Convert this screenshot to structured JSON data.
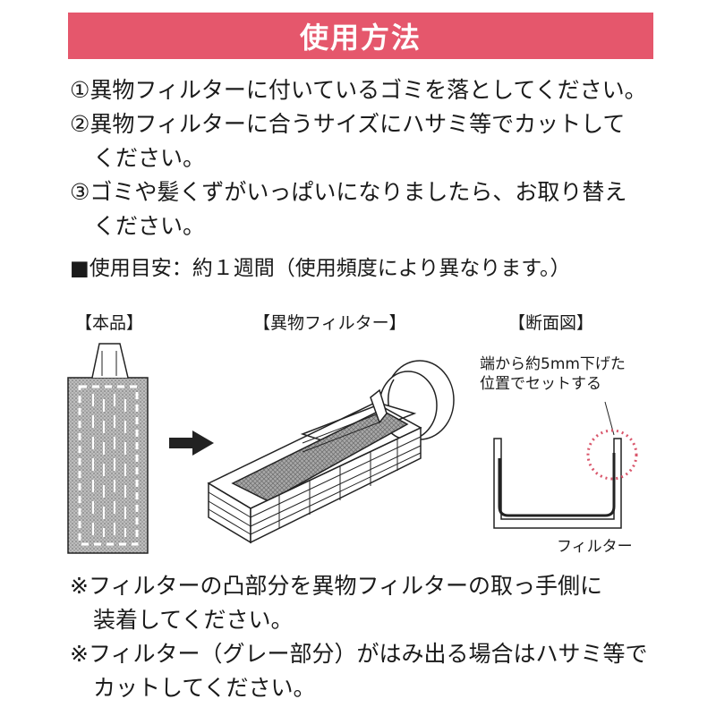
{
  "header": {
    "title": "使用方法"
  },
  "steps": [
    {
      "text": "①異物フィルターに付いているゴミを落としてください。"
    },
    {
      "text": "②異物フィルターに合うサイズにハサミ等でカットして",
      "cont": "ください。"
    },
    {
      "text": "③ゴミや髪くずがいっぱいになりましたら、お取り替え",
      "cont": "ください。"
    }
  ],
  "usage_note": "■使用目安：約１週間（使用頻度により異なります。）",
  "illustrations": {
    "product_label": "【本品】",
    "foreign_filter_label": "【異物フィルター】",
    "cross_section_label": "【断面図】",
    "annotation_line1": "端から約5mm下げた",
    "annotation_line2": "位置でセットする",
    "filter_callout": "フィルター"
  },
  "notes": [
    {
      "text": "※フィルターの凸部分を異物フィルターの取っ手側に",
      "cont": "装着してください。"
    },
    {
      "text": "※フィルター（グレー部分）がはみ出る場合はハサミ等で",
      "cont": "カットしてください。"
    }
  ],
  "colors": {
    "header_bg": "#e5576c",
    "header_text": "#ffffff",
    "dotted_circle": "#d9566b"
  }
}
